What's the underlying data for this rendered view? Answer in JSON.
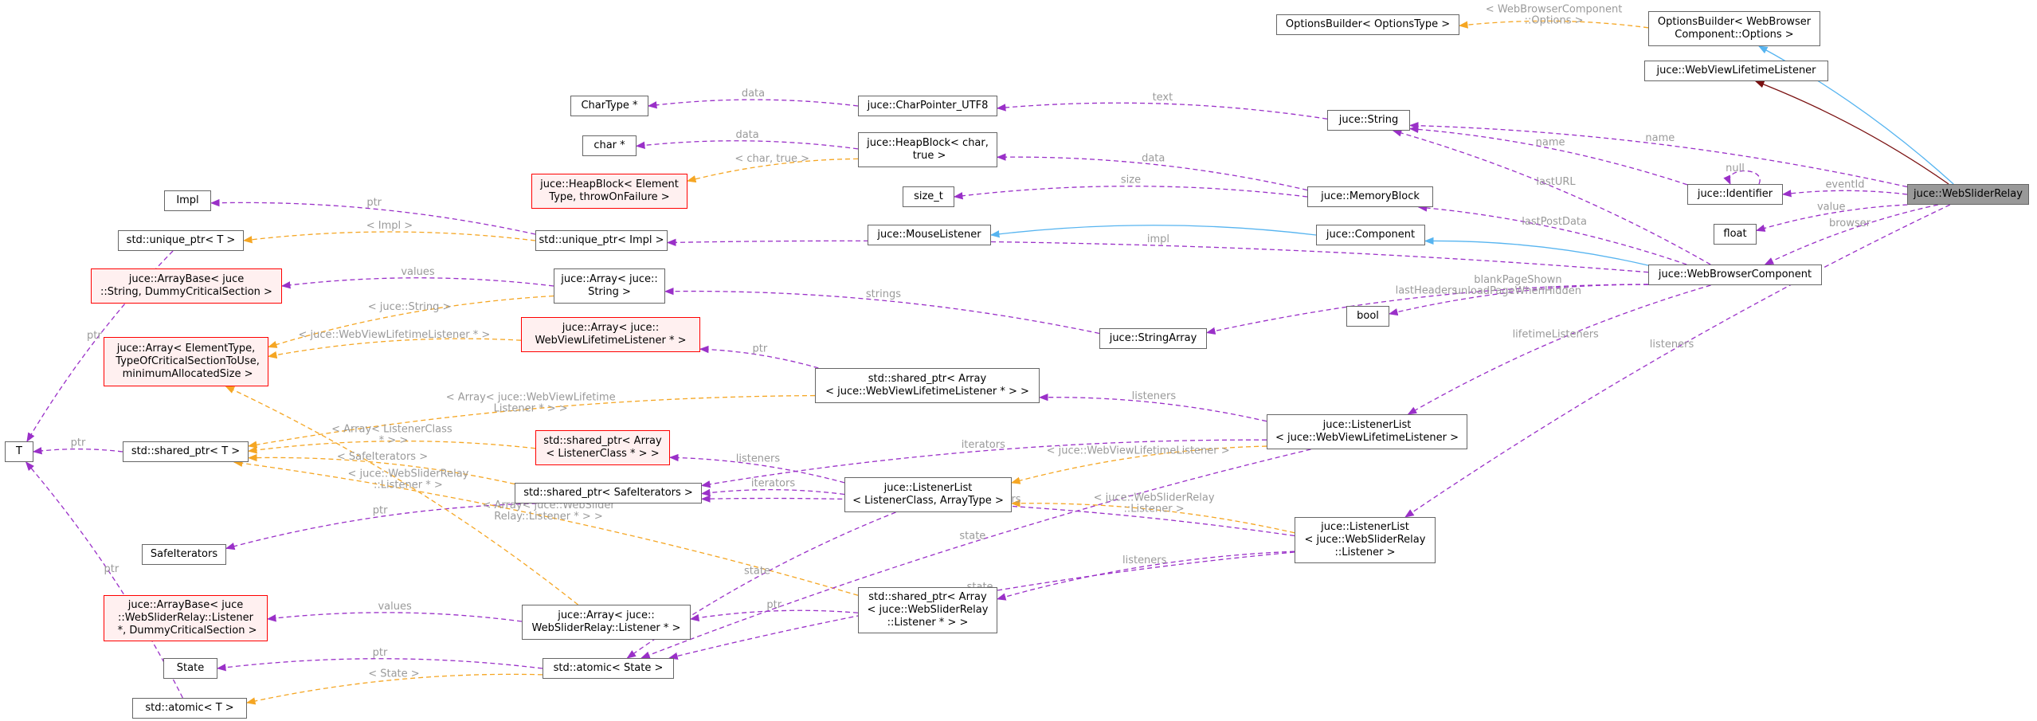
{
  "diagram": {
    "colors": {
      "member": "#9a30c8",
      "template": "#f5a623",
      "inherit": "#56b4f0",
      "inherit_dark": "#7a1010",
      "edge_label": "#9a9a9a",
      "red_border": "#ff0000"
    },
    "nodes": [
      {
        "id": "optionsbuilder_t",
        "label": "OptionsBuilder< OptionsType >"
      },
      {
        "id": "optionsbuilder_wb",
        "label": "OptionsBuilder< WebBrowser\nComponent::Options >"
      },
      {
        "id": "wvll",
        "label": "juce::WebViewLifetimeListener"
      },
      {
        "id": "chartype",
        "label": "CharType *"
      },
      {
        "id": "cpu8",
        "label": "juce::CharPointer_UTF8"
      },
      {
        "id": "string",
        "label": "juce::String"
      },
      {
        "id": "charp",
        "label": "char *"
      },
      {
        "id": "heapblock",
        "label": "juce::HeapBlock< char,\n true >"
      },
      {
        "id": "heapblock_et",
        "label": "juce::HeapBlock< Element\nType, throwOnFailure >",
        "red": true
      },
      {
        "id": "impl",
        "label": "Impl"
      },
      {
        "id": "sizet",
        "label": "size_t"
      },
      {
        "id": "memblock",
        "label": "juce::MemoryBlock"
      },
      {
        "id": "identifier",
        "label": "juce::Identifier"
      },
      {
        "id": "webslider",
        "label": "juce::WebSliderRelay",
        "focus": true
      },
      {
        "id": "uptr_t",
        "label": "std::unique_ptr< T >"
      },
      {
        "id": "uptr_impl",
        "label": "std::unique_ptr< Impl >"
      },
      {
        "id": "float",
        "label": "float"
      },
      {
        "id": "mouselistener",
        "label": "juce::MouseListener"
      },
      {
        "id": "component",
        "label": "juce::Component"
      },
      {
        "id": "arraybase_str",
        "label": "juce::ArrayBase< juce\n::String, DummyCriticalSection >",
        "red": true
      },
      {
        "id": "array_str",
        "label": "juce::Array< juce::\nString >"
      },
      {
        "id": "wbc",
        "label": "juce::WebBrowserComponent"
      },
      {
        "id": "bool",
        "label": "bool"
      },
      {
        "id": "stringarray",
        "label": "juce::StringArray"
      },
      {
        "id": "array_generic",
        "label": "juce::Array< ElementType,\n TypeOfCriticalSectionToUse,\n minimumAllocatedSize >",
        "red": true
      },
      {
        "id": "array_wvll",
        "label": "juce::Array< juce::\nWebViewLifetimeListener * >",
        "red": true
      },
      {
        "id": "sptr_array_wvll",
        "label": "std::shared_ptr< Array\n< juce::WebViewLifetimeListener * > >"
      },
      {
        "id": "T",
        "label": "T"
      },
      {
        "id": "sptr_t",
        "label": "std::shared_ptr< T >"
      },
      {
        "id": "sptr_array_lc",
        "label": "std::shared_ptr< Array\n< ListenerClass * > >",
        "red": true
      },
      {
        "id": "ll_wvll",
        "label": "juce::ListenerList\n< juce::WebViewLifetimeListener >"
      },
      {
        "id": "sptr_si",
        "label": "std::shared_ptr< SafeIterators >"
      },
      {
        "id": "ll_generic",
        "label": "juce::ListenerList\n< ListenerClass, ArrayType >"
      },
      {
        "id": "safeiterators",
        "label": "SafeIterators"
      },
      {
        "id": "ll_wsr",
        "label": "juce::ListenerList\n< juce::WebSliderRelay\n::Listener >"
      },
      {
        "id": "arraybase_wsr",
        "label": "juce::ArrayBase< juce\n::WebSliderRelay::Listener\n *, DummyCriticalSection >",
        "red": true
      },
      {
        "id": "array_wsr",
        "label": "juce::Array< juce::\nWebSliderRelay::Listener * >"
      },
      {
        "id": "sptr_array_wsr",
        "label": "std::shared_ptr< Array\n< juce::WebSliderRelay\n::Listener * > >"
      },
      {
        "id": "state",
        "label": "State"
      },
      {
        "id": "atomic_state",
        "label": "std::atomic< State >"
      },
      {
        "id": "atomic_t",
        "label": "std::atomic< T >"
      }
    ],
    "edges": [
      {
        "from": "optionsbuilder_wb",
        "to": "optionsbuilder_t",
        "type": "template",
        "label": "< WebBrowserComponent\n::Options >"
      },
      {
        "from": "webslider",
        "to": "optionsbuilder_wb",
        "type": "inherit",
        "label": ""
      },
      {
        "from": "webslider",
        "to": "wvll",
        "type": "inherit_dark",
        "label": ""
      },
      {
        "from": "cpu8",
        "to": "chartype",
        "type": "member",
        "label": "data"
      },
      {
        "from": "string",
        "to": "cpu8",
        "type": "member",
        "label": "text"
      },
      {
        "from": "webslider",
        "to": "string",
        "type": "member",
        "label": "name"
      },
      {
        "from": "identifier",
        "to": "string",
        "type": "member",
        "label": "name"
      },
      {
        "from": "identifier",
        "to": "identifier",
        "type": "member",
        "label": "null"
      },
      {
        "from": "heapblock",
        "to": "charp",
        "type": "member",
        "label": "data"
      },
      {
        "from": "heapblock",
        "to": "heapblock_et",
        "type": "template",
        "label": "< char, true >"
      },
      {
        "from": "memblock",
        "to": "heapblock",
        "type": "member",
        "label": "data"
      },
      {
        "from": "memblock",
        "to": "sizet",
        "type": "member",
        "label": "size"
      },
      {
        "from": "wbc",
        "to": "string",
        "type": "member",
        "label": "lastURL"
      },
      {
        "from": "wbc",
        "to": "memblock",
        "type": "member",
        "label": "lastPostData"
      },
      {
        "from": "webslider",
        "to": "identifier",
        "type": "member",
        "label": "eventId"
      },
      {
        "from": "uptr_impl",
        "to": "impl",
        "type": "member",
        "label": "ptr"
      },
      {
        "from": "uptr_impl",
        "to": "uptr_t",
        "type": "template",
        "label": "< Impl >"
      },
      {
        "from": "webslider",
        "to": "float",
        "type": "member",
        "label": "value"
      },
      {
        "from": "webslider",
        "to": "wbc",
        "type": "member",
        "label": "browser"
      },
      {
        "from": "component",
        "to": "mouselistener",
        "type": "inherit",
        "label": ""
      },
      {
        "from": "wbc",
        "to": "component",
        "type": "inherit",
        "label": ""
      },
      {
        "from": "wbc",
        "to": "uptr_impl",
        "type": "member",
        "label": "impl"
      },
      {
        "from": "array_str",
        "to": "arraybase_str",
        "type": "member",
        "label": "values"
      },
      {
        "from": "array_str",
        "to": "array_generic",
        "type": "template",
        "label": "< juce::String >"
      },
      {
        "from": "stringarray",
        "to": "array_str",
        "type": "member",
        "label": "strings"
      },
      {
        "from": "wbc",
        "to": "bool",
        "type": "member",
        "label": "blankPageShown\nunloadPageWhenHidden"
      },
      {
        "from": "wbc",
        "to": "stringarray",
        "type": "member",
        "label": "lastHeaders"
      },
      {
        "from": "array_wvll",
        "to": "array_generic",
        "type": "template",
        "label": "< juce::WebViewLifetimeListener * >"
      },
      {
        "from": "sptr_array_wvll",
        "to": "array_wvll",
        "type": "member",
        "label": "ptr"
      },
      {
        "from": "sptr_array_wvll",
        "to": "sptr_t",
        "type": "template",
        "label": "< Array< juce::WebViewLifetime\nListener * > >"
      },
      {
        "from": "uptr_t",
        "to": "T",
        "type": "member",
        "label": "ptr"
      },
      {
        "from": "sptr_t",
        "to": "T",
        "type": "member",
        "label": "ptr"
      },
      {
        "from": "atomic_t",
        "to": "T",
        "type": "member",
        "label": "ptr"
      },
      {
        "from": "sptr_array_lc",
        "to": "sptr_t",
        "type": "template",
        "label": "< Array< ListenerClass\n * > >"
      },
      {
        "from": "ll_wvll",
        "to": "sptr_array_wvll",
        "type": "member",
        "label": "listeners"
      },
      {
        "from": "wbc",
        "to": "ll_wvll",
        "type": "member",
        "label": "lifetimeListeners"
      },
      {
        "from": "sptr_si",
        "to": "sptr_t",
        "type": "template",
        "label": "< SafeIterators >"
      },
      {
        "from": "ll_wvll",
        "to": "sptr_si",
        "type": "member",
        "label": "iterators"
      },
      {
        "from": "ll_generic",
        "to": "sptr_array_lc",
        "type": "member",
        "label": "listeners"
      },
      {
        "from": "ll_generic",
        "to": "sptr_si",
        "type": "member",
        "label": "iterators"
      },
      {
        "from": "ll_wvll",
        "to": "ll_generic",
        "type": "template",
        "label": "< juce::WebViewLifetimeListener >"
      },
      {
        "from": "webslider",
        "to": "ll_wsr",
        "type": "member",
        "label": "listeners"
      },
      {
        "from": "ll_wsr",
        "to": "ll_generic",
        "type": "template",
        "label": "< juce::WebSliderRelay\n::Listener >"
      },
      {
        "from": "ll_wsr",
        "to": "sptr_si",
        "type": "member",
        "label": "iterators"
      },
      {
        "from": "sptr_si",
        "to": "safeiterators",
        "type": "member",
        "label": "ptr"
      },
      {
        "from": "array_wsr",
        "to": "array_generic",
        "type": "template",
        "label": "< juce::WebSliderRelay\n::Listener * >"
      },
      {
        "from": "array_wsr",
        "to": "arraybase_wsr",
        "type": "member",
        "label": "values"
      },
      {
        "from": "sptr_array_wsr",
        "to": "sptr_t",
        "type": "template",
        "label": "< Array< juce::WebSlider\nRelay::Listener * > >"
      },
      {
        "from": "sptr_array_wsr",
        "to": "array_wsr",
        "type": "member",
        "label": "ptr"
      },
      {
        "from": "ll_wsr",
        "to": "sptr_array_wsr",
        "type": "member",
        "label": "listeners"
      },
      {
        "from": "atomic_state",
        "to": "state",
        "type": "member",
        "label": "ptr"
      },
      {
        "from": "atomic_state",
        "to": "atomic_t",
        "type": "template",
        "label": "< State >"
      },
      {
        "from": "ll_generic",
        "to": "atomic_state",
        "type": "member",
        "label": "state"
      },
      {
        "from": "ll_wvll",
        "to": "atomic_state",
        "type": "member",
        "label": "state"
      },
      {
        "from": "ll_wsr",
        "to": "atomic_state",
        "type": "member",
        "label": "state"
      }
    ]
  }
}
